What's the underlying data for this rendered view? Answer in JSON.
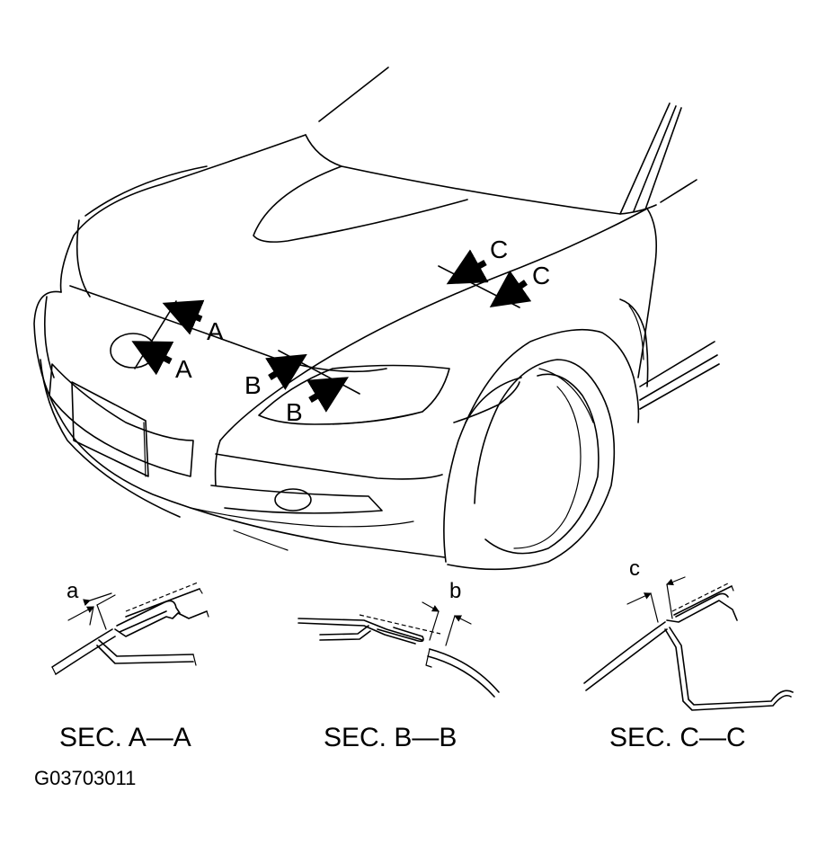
{
  "callouts": {
    "A": "A",
    "B": "B",
    "C": "C"
  },
  "dimensions": {
    "a": "a",
    "b": "b",
    "c": "c"
  },
  "sections": {
    "a": "SEC. A—A",
    "b": "SEC. B—B",
    "c": "SEC. C—C"
  },
  "figure_code": "G03703011"
}
